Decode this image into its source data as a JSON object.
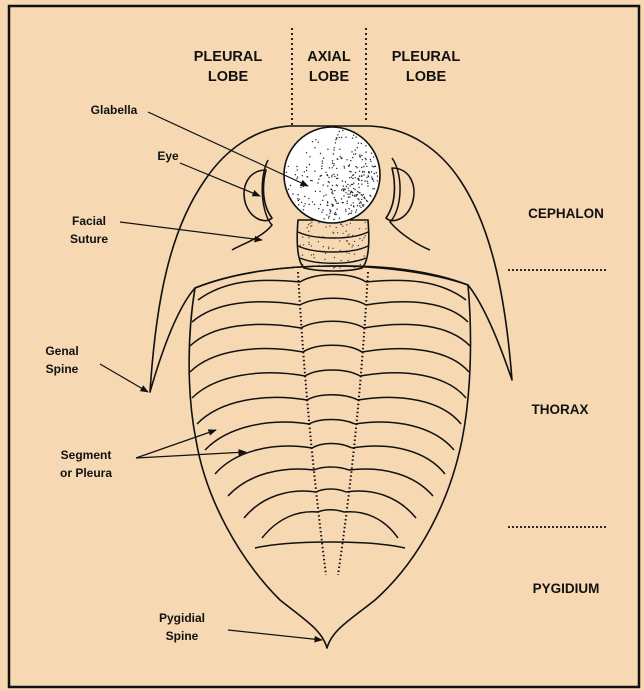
{
  "header": {
    "left": [
      "PLEURAL",
      "LOBE"
    ],
    "middle": [
      "AXIAL",
      "LOBE"
    ],
    "right": [
      "PLEURAL",
      "LOBE"
    ]
  },
  "regions": {
    "cephalon": "CEPHALON",
    "thorax": "THORAX",
    "pygidium": "PYGIDIUM"
  },
  "callouts": {
    "glabella": "Glabella",
    "eye": "Eye",
    "facial_suture": [
      "Facial",
      "Suture"
    ],
    "genal_spine": [
      "Genal",
      "Spine"
    ],
    "segment": [
      "Segment",
      "or Pleura"
    ],
    "pygidial_spine": [
      "Pygidial",
      "Spine"
    ]
  },
  "colors": {
    "background": "#f6d8b2",
    "frame": "#111111",
    "body_fill": "#ffffff"
  }
}
